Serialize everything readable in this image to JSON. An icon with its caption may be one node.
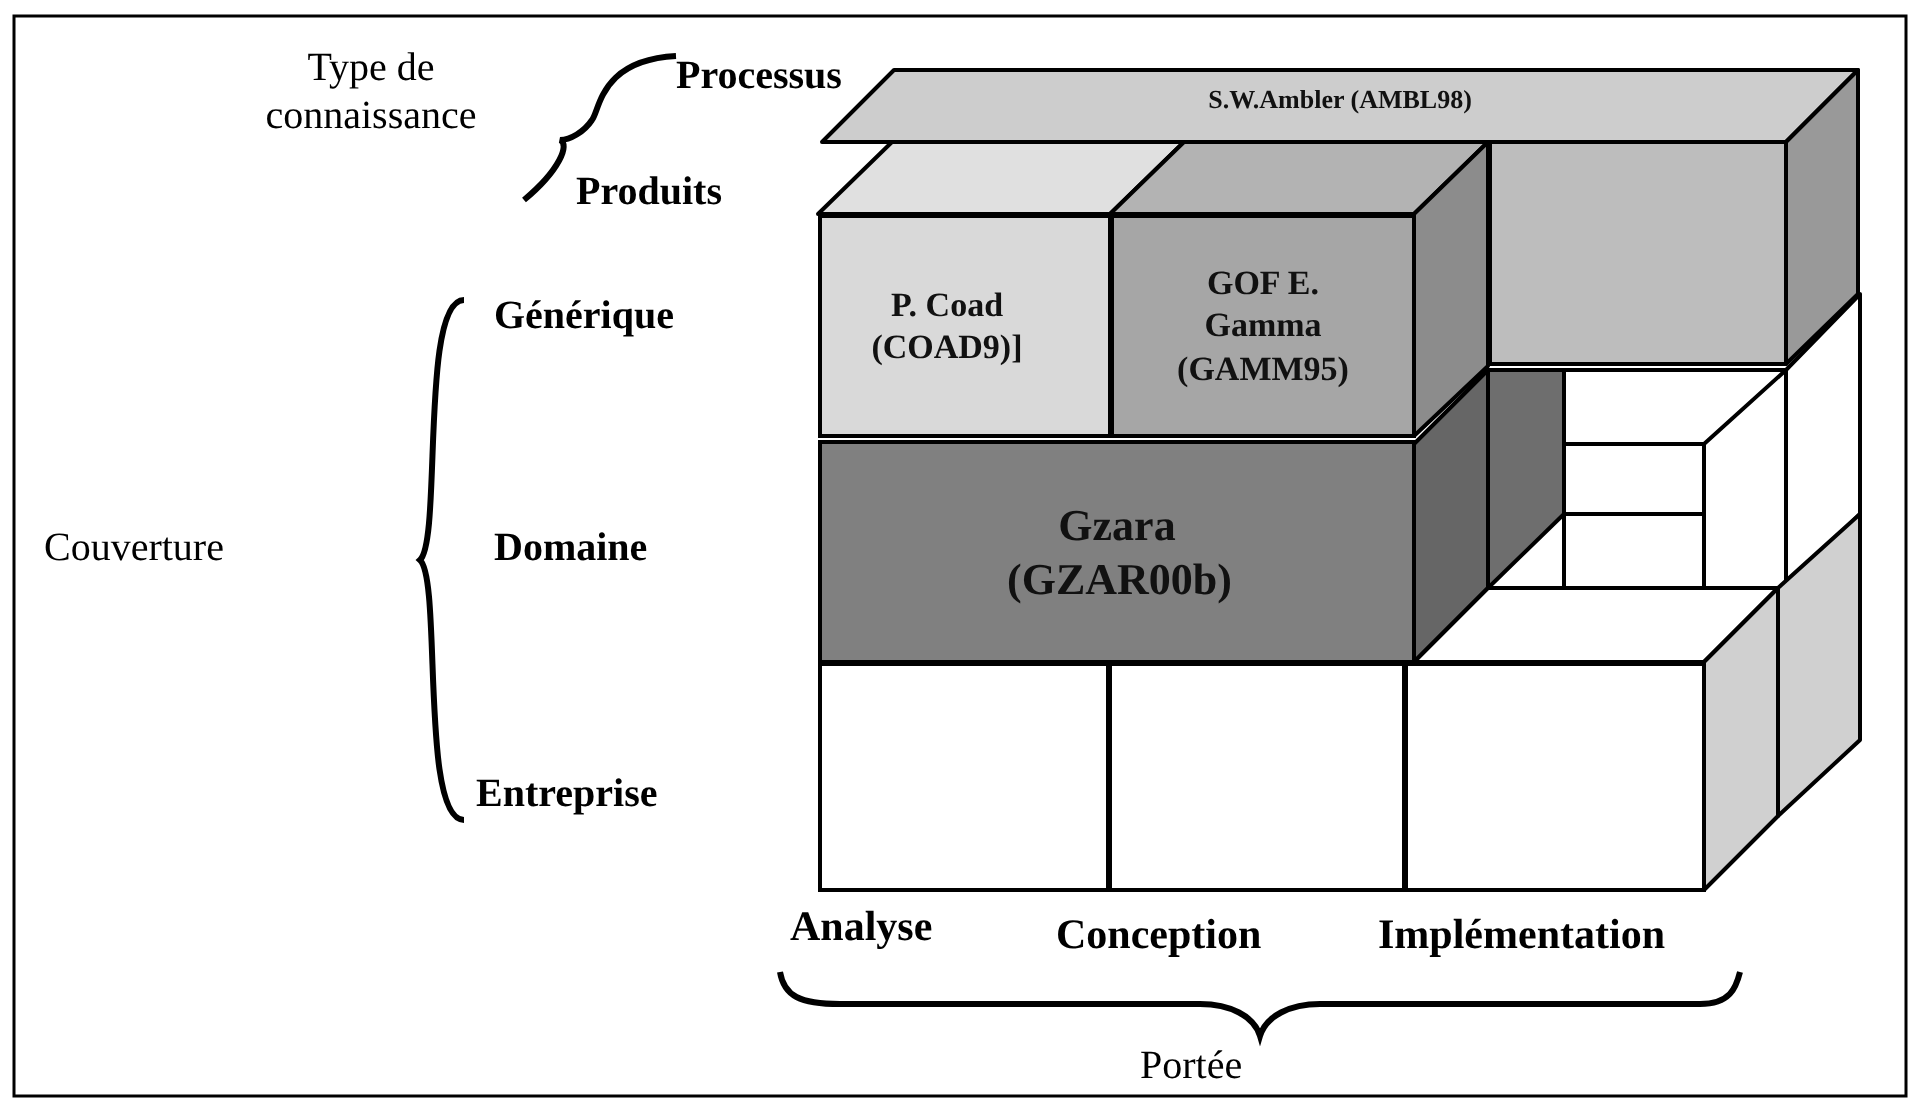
{
  "diagram": {
    "nodes": [
      {
        "text": [
          "S.W.Ambler (AMBL98)"
        ]
      },
      {
        "text": [
          "P. Coad (COAD9)]"
        ]
      },
      {
        "text": [
          "GOF E. Gamma (GAMM95)"
        ]
      },
      {
        "text": [
          "Gzara (GZAR00b)"
        ]
      },
      {
        "text": [],
        "shape": "box"
      },
      {
        "text": [],
        "shape": "box"
      },
      {
        "text": [],
        "shape": "box"
      }
    ],
    "edges": [],
    "labels": [
      "Type de connaissance",
      "Processus",
      "Produits",
      "Générique",
      "Couverture",
      "Domaine",
      "Entreprise",
      "Analyse",
      "Conception",
      "Implémentation",
      "Portée"
    ]
  }
}
